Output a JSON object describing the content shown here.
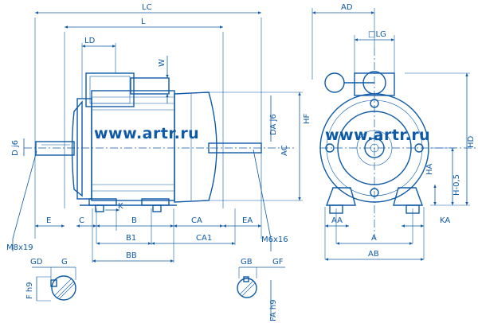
{
  "watermark": "www.artr.ru",
  "labels": {
    "LC": "LC",
    "L": "L",
    "LD": "LD",
    "W": "W",
    "D_j6": "D j6",
    "DA_j6": "DA j6",
    "HF": "HF",
    "AC": "AC",
    "E": "E",
    "C": "C",
    "B": "B",
    "K": "K",
    "CA": "CA",
    "EA": "EA",
    "B1": "B1",
    "CA1": "CA1",
    "BB": "BB",
    "M8x19": "M8x19",
    "M6x16": "M6x16",
    "GD": "GD",
    "G": "G",
    "F_h9": "F h9",
    "GB": "GB",
    "GF": "GF",
    "FA_h9": "FA h9",
    "AD": "AD",
    "LG": "□LG",
    "HD": "HD",
    "HA": "HA",
    "H": "H-0,5",
    "AA": "AA",
    "KA": "KA",
    "A": "A",
    "AB": "AB"
  }
}
